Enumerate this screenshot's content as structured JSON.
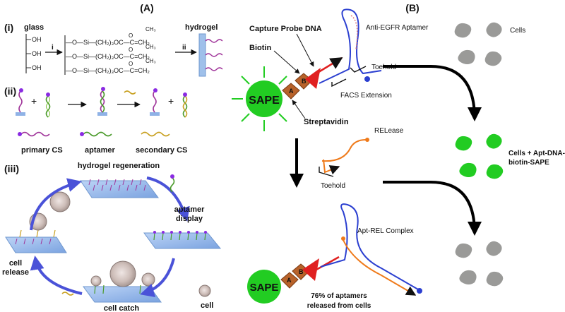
{
  "panelA": {
    "label": "(A)",
    "part_i": {
      "label": "(i)",
      "glass": "glass",
      "oh": [
        "OH",
        "OH",
        "OH"
      ],
      "step_i": "i",
      "step_ii": "ii",
      "hydrogel": "hydrogel",
      "chem_rows": [
        {
          "left": "—O—Si—(CH₂)₃OC—C=CH₂",
          "ch3": "CH₃",
          "o": "O"
        },
        {
          "left": "—O—Si—(CH₂)₃OC—C=CH₂",
          "ch3": "CH₃",
          "o": "O"
        },
        {
          "left": "—O—Si—(CH₂)₃OC—C=CH₂",
          "ch3": "CH₃",
          "o": "O"
        }
      ]
    },
    "part_ii": {
      "label": "(ii)",
      "plus": "+",
      "legend": [
        "primary CS",
        "aptamer",
        "secondary CS"
      ]
    },
    "part_iii": {
      "label": "(iii)",
      "hydrogel_regeneration": "hydrogel regeneration",
      "aptamer_display": "aptamer\ndisplay",
      "cell_release": "cell\nrelease",
      "cell_catch": "cell catch",
      "cell": "cell"
    }
  },
  "panelB": {
    "label": "(B)",
    "capture_probe": "Capture Probe DNA",
    "biotin": "Biotin",
    "anti_egfr": "Anti-EGFR Aptamer",
    "toehold": "Toehold",
    "facs": "FACS Extension",
    "sape": "SAPE",
    "streptavidin": "Streptavidin",
    "a": "A",
    "b": "B",
    "release": "RELease",
    "toehold2": "Toehold",
    "apt_rel": "Apt-REL Complex",
    "sape2": "SAPE",
    "released": "76% of aptamers\nreleased from cells",
    "cells": "Cells",
    "cells_complex": "Cells + Apt-DNA-\nbiotin-SAPE"
  },
  "colors": {
    "sape_green": "#22cc22",
    "cell_gray": "#9a9a98",
    "hydrogel_blue": "#9fc0ea",
    "arrow_red": "#e02020",
    "strand_blue": "#2b3fd0",
    "release_orange": "#ef7a1a",
    "biotin_brown": "#b8622a"
  }
}
